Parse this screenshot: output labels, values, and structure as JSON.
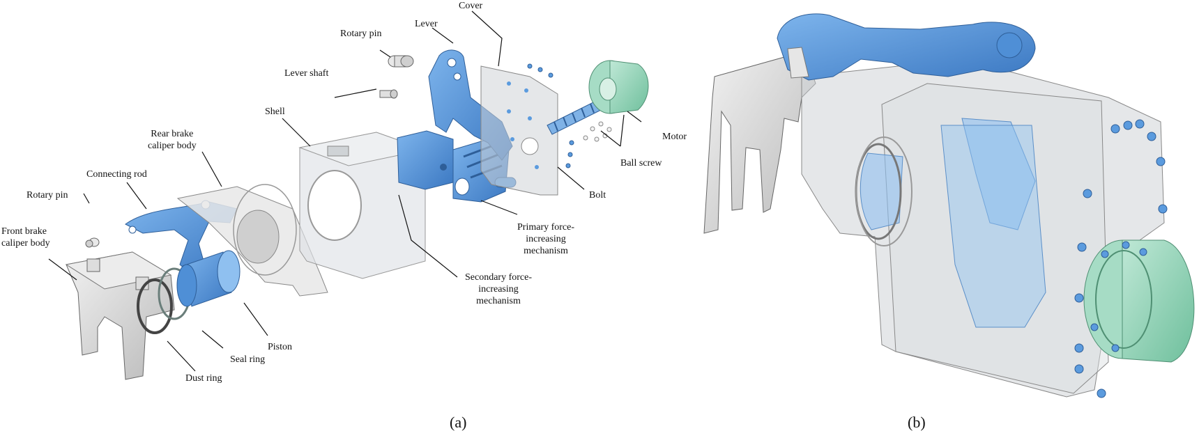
{
  "panel_a": {
    "caption": "(a)",
    "labels": {
      "cover": "Cover",
      "lever": "Lever",
      "rotary_pin_top": "Rotary pin",
      "lever_shaft": "Lever shaft",
      "shell": "Shell",
      "rear_brake_caliper_body_line1": "Rear brake",
      "rear_brake_caliper_body_line2": "caliper body",
      "connecting_rod": "Connecting rod",
      "rotary_pin_left": "Rotary pin",
      "front_brake_caliper_body_line1": "Front brake",
      "front_brake_caliper_body_line2": "caliper body",
      "motor": "Motor",
      "ball_screw": "Ball screw",
      "bolt": "Bolt",
      "primary_line1": "Primary force-",
      "primary_line2": "increasing",
      "primary_line3": "mechanism",
      "secondary_line1": "Secondary force-",
      "secondary_line2": "increasing",
      "secondary_line3": "mechanism",
      "piston": "Piston",
      "seal_ring": "Seal ring",
      "dust_ring": "Dust ring"
    }
  },
  "panel_b": {
    "caption": "(b)"
  },
  "colors": {
    "blue_part": "#5b9bde",
    "blue_dark": "#3a78c0",
    "green_part": "#8fd1b5",
    "grey_part": "#d9d9d9",
    "transparent_shell": "#c8ccd0"
  }
}
